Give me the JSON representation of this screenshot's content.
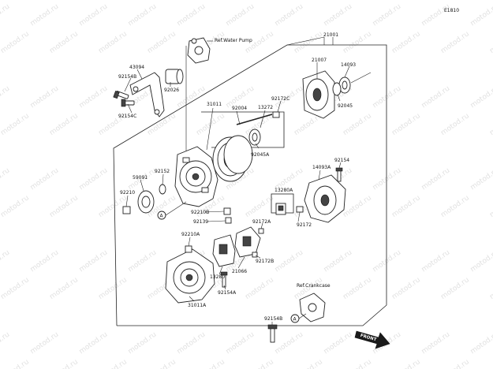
{
  "diagram_code": "E1810",
  "watermark": "motod.ru",
  "references": {
    "water_pump": "Ref.Water Pump",
    "crankcase": "Ref.Crankcase"
  },
  "front_label": "FRONT",
  "callout_marker": "A",
  "parts": [
    {
      "id": "p21001",
      "label": "21001"
    },
    {
      "id": "p21007",
      "label": "21007"
    },
    {
      "id": "p14093",
      "label": "14093"
    },
    {
      "id": "p92045",
      "label": "92045"
    },
    {
      "id": "p43094",
      "label": "43094"
    },
    {
      "id": "p92154b_top",
      "label": "92154B"
    },
    {
      "id": "p92026",
      "label": "92026"
    },
    {
      "id": "p92154c",
      "label": "92154C"
    },
    {
      "id": "p31011",
      "label": "31011"
    },
    {
      "id": "p92004",
      "label": "92004"
    },
    {
      "id": "p92172c",
      "label": "92172C"
    },
    {
      "id": "p13272",
      "label": "13272"
    },
    {
      "id": "p92045a",
      "label": "92045A"
    },
    {
      "id": "p92154",
      "label": "92154"
    },
    {
      "id": "p14093a",
      "label": "14093A"
    },
    {
      "id": "p59091",
      "label": "59091"
    },
    {
      "id": "p92152",
      "label": "92152"
    },
    {
      "id": "p92210",
      "label": "92210"
    },
    {
      "id": "p13280a",
      "label": "13280A"
    },
    {
      "id": "p92210b",
      "label": "92210B"
    },
    {
      "id": "p92139",
      "label": "92139"
    },
    {
      "id": "p92172a",
      "label": "92172A"
    },
    {
      "id": "p92172",
      "label": "92172"
    },
    {
      "id": "p92210a",
      "label": "92210A"
    },
    {
      "id": "p92172b",
      "label": "92172B"
    },
    {
      "id": "p21066",
      "label": "21066"
    },
    {
      "id": "p13280",
      "label": "13280"
    },
    {
      "id": "p92154a",
      "label": "92154A"
    },
    {
      "id": "p31011a",
      "label": "31011A"
    },
    {
      "id": "p92154b_bot",
      "label": "92154B"
    }
  ]
}
